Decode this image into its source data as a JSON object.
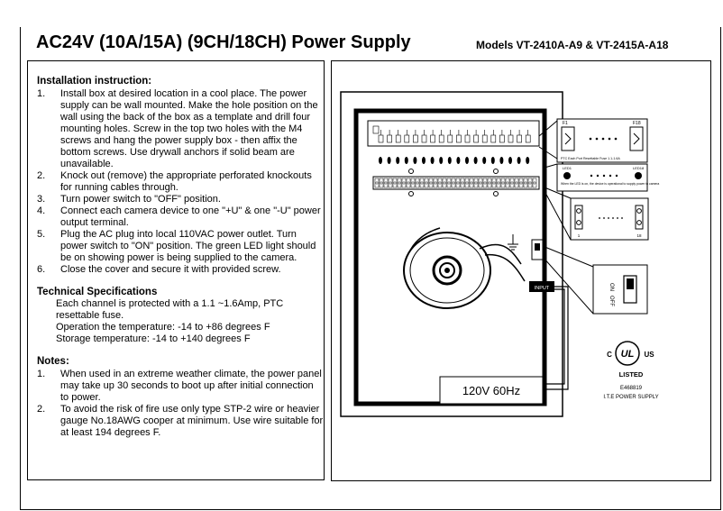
{
  "header": {
    "title": "AC24V (10A/15A) (9CH/18CH) Power Supply",
    "models": "Models VT-2410A-A9 & VT-2415A-A18"
  },
  "installation": {
    "heading": "Installation instruction:",
    "items": [
      {
        "num": "1.",
        "text": "Install box at desired location in a cool place. The power supply can be wall mounted. Make the hole position on the wall using the back of the box as a template and drill four mounting holes. Screw in the top two holes with the M4 screws and hang the power supply box - then affix the bottom screws. Use drywall anchors if solid beam are unavailable."
      },
      {
        "num": "2.",
        "text": "Knock out (remove) the appropriate perforated knockouts for running cables through."
      },
      {
        "num": "3.",
        "text": "Turn power switch to \"OFF\" position."
      },
      {
        "num": "4.",
        "text": "Connect each camera device to one \"+U\" & one \"-U\" power output terminal."
      },
      {
        "num": "5.",
        "text": "Plug the AC plug into local 110VAC power outlet. Turn power switch to \"ON\" position. The green LED light should be on showing power is being supplied to the camera."
      },
      {
        "num": "6.",
        "text": "Close the cover and secure it with provided screw."
      }
    ]
  },
  "specs": {
    "heading": "Technical Specifications",
    "lines": [
      "Each channel is protected with a 1.1 ~1.6Amp, PTC resettable fuse.",
      "Operation the temperature: -14 to +86 degrees F",
      "Storage temperature: -14 to +140 degrees F"
    ]
  },
  "notes": {
    "heading": "Notes:",
    "items": [
      {
        "num": "1.",
        "text": "When used in an extreme weather climate, the power panel may take up 30 seconds to boot up after initial connection to power."
      },
      {
        "num": "2.",
        "text": "To avoid the risk of fire use only type STP-2 wire or heavier gauge No.18AWG cooper at minimum. Use wire suitable for at least 194 degrees F."
      }
    ]
  },
  "diagram": {
    "fuse_first": "F1",
    "fuse_last": "F18",
    "fuse_caption": "PTC Each Port Resettable Fuse 1.1-1.6A",
    "led_label_left": "LED1",
    "led_label_right": "LED18",
    "led_caption": "When the LED is on, the device is operational to supply power to camera",
    "terminal_first": "1",
    "terminal_last": "18",
    "input_label": "INPUT",
    "switch_on": "ON",
    "switch_off": "OFF",
    "voltage_label": "120V 60Hz",
    "ul_c": "C",
    "ul_us": "US",
    "ul_mark": "UL",
    "ul_listed": "LISTED",
    "ul_number": "E468819",
    "ul_product": "I.T.E POWER SUPPLY"
  }
}
